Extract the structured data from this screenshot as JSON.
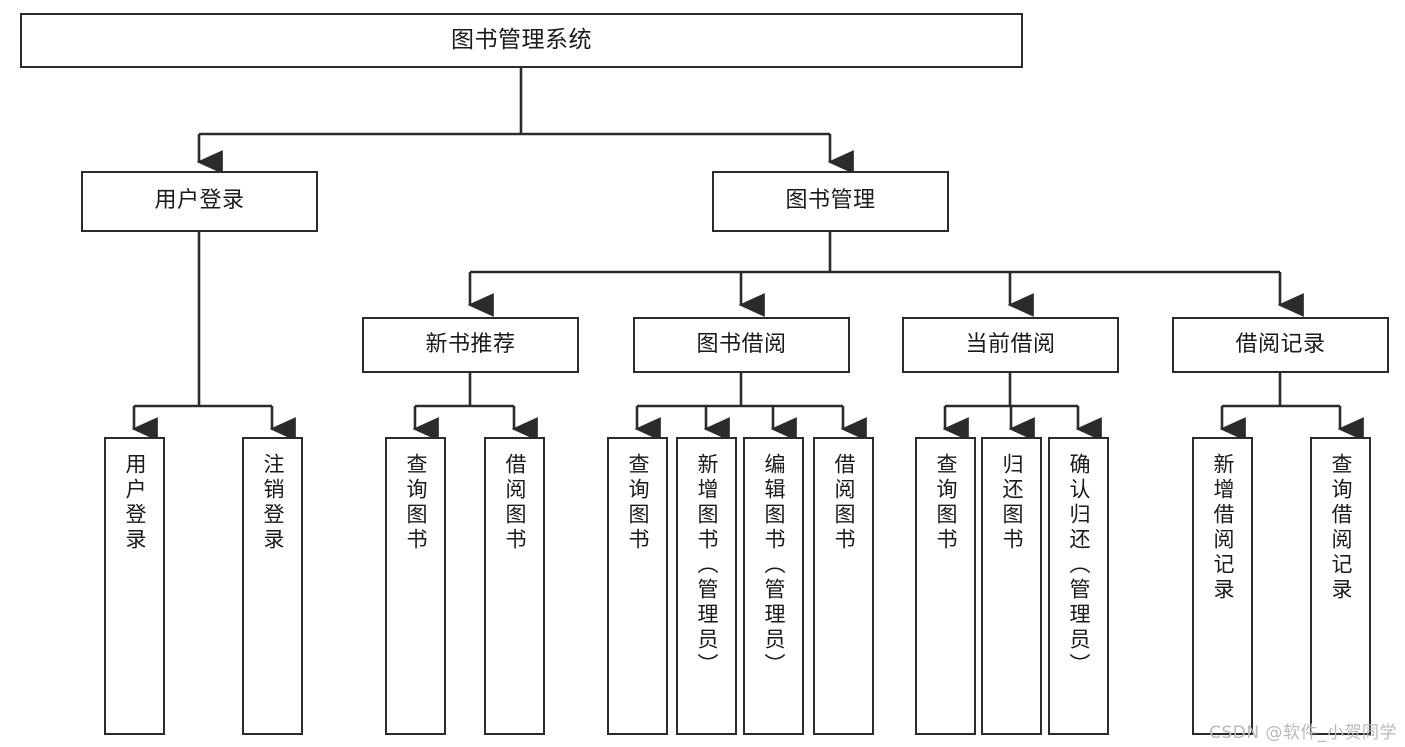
{
  "diagram": {
    "title": "图书管理系统",
    "type": "tree-hierarchy-chart",
    "colors": {
      "box_border": "#2b2b2b",
      "box_fill": "#ffffff",
      "connector": "#2b2b2b",
      "text": "#1a1a1a",
      "watermark": "#b9b9b9"
    },
    "nodes": {
      "root": {
        "label": "图书管理系统"
      },
      "level2": [
        {
          "label": "用户登录"
        },
        {
          "label": "图书管理"
        }
      ],
      "level3": [
        {
          "label": "新书推荐"
        },
        {
          "label": "图书借阅"
        },
        {
          "label": "当前借阅"
        },
        {
          "label": "借阅记录"
        }
      ],
      "leaves_user_login": [
        {
          "label": "用户登录"
        },
        {
          "label": "注销登录"
        }
      ],
      "leaves_new_book": [
        {
          "label": "查询图书"
        },
        {
          "label": "借阅图书"
        }
      ],
      "leaves_borrow": [
        {
          "label": "查询图书"
        },
        {
          "label": "新增图书（管理员）"
        },
        {
          "label": "编辑图书（管理员）"
        },
        {
          "label": "借阅图书"
        }
      ],
      "leaves_current": [
        {
          "label": "查询图书"
        },
        {
          "label": "归还图书"
        },
        {
          "label": "确认归还（管理员）"
        }
      ],
      "leaves_record": [
        {
          "label": "新增借阅记录"
        },
        {
          "label": "查询借阅记录"
        }
      ]
    },
    "watermark": "CSDN @软件_小贺同学"
  }
}
